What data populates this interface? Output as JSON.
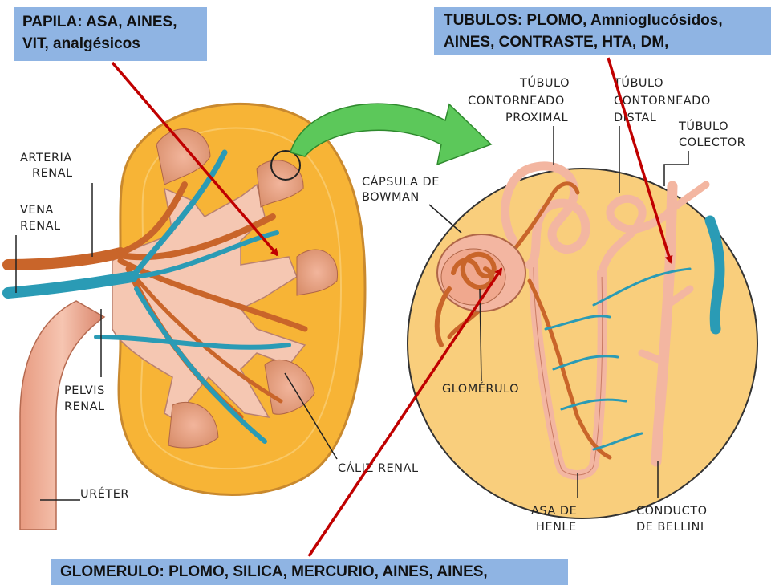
{
  "callouts": {
    "papila": "PAPILA: ASA, AINES, VIT, analgésicos",
    "tubulos": "TUBULOS: PLOMO, Amnioglucósidos, AINES, CONTRASTE, HTA, DM,",
    "glomerulo": "GLOMERULO: PLOMO, SILICA, MERCURIO, AINES, AINES,"
  },
  "labels": {
    "arteria_renal": [
      "ARTERIA",
      "RENAL"
    ],
    "vena_renal": [
      "VENA",
      "RENAL"
    ],
    "pelvis_renal": [
      "PELVIS",
      "RENAL"
    ],
    "ureter": "URÉTER",
    "caliz_renal": "CÁLIZ RENAL",
    "capsula_bowman": [
      "CÁPSULA DE",
      "BOWMAN"
    ],
    "tubulo_proximal": [
      "TÚBULO",
      "CONTORNEADO",
      "PROXIMAL"
    ],
    "tubulo_distal": [
      "TÚBULO",
      "CONTORNEADO",
      "DISTAL"
    ],
    "tubulo_colector": [
      "TÚBULO",
      "COLECTOR"
    ],
    "glomerulo": "GLOMÉRULO",
    "asa_henle": [
      "ASA DE",
      "HENLE"
    ],
    "conducto_bellini": [
      "CONDUCTO",
      "DE BELLINI"
    ]
  },
  "colors": {
    "callout_bg": "#8fb4e3",
    "kidney_cortex": "#f7b436",
    "kidney_outline": "#c9892e",
    "pelvis": "#f5c7b2",
    "artery": "#c9652a",
    "vein": "#2a9bb5",
    "tubule": "#f3b6a1",
    "arrow_red": "#c00000",
    "arrow_green": "#5cc85a"
  }
}
